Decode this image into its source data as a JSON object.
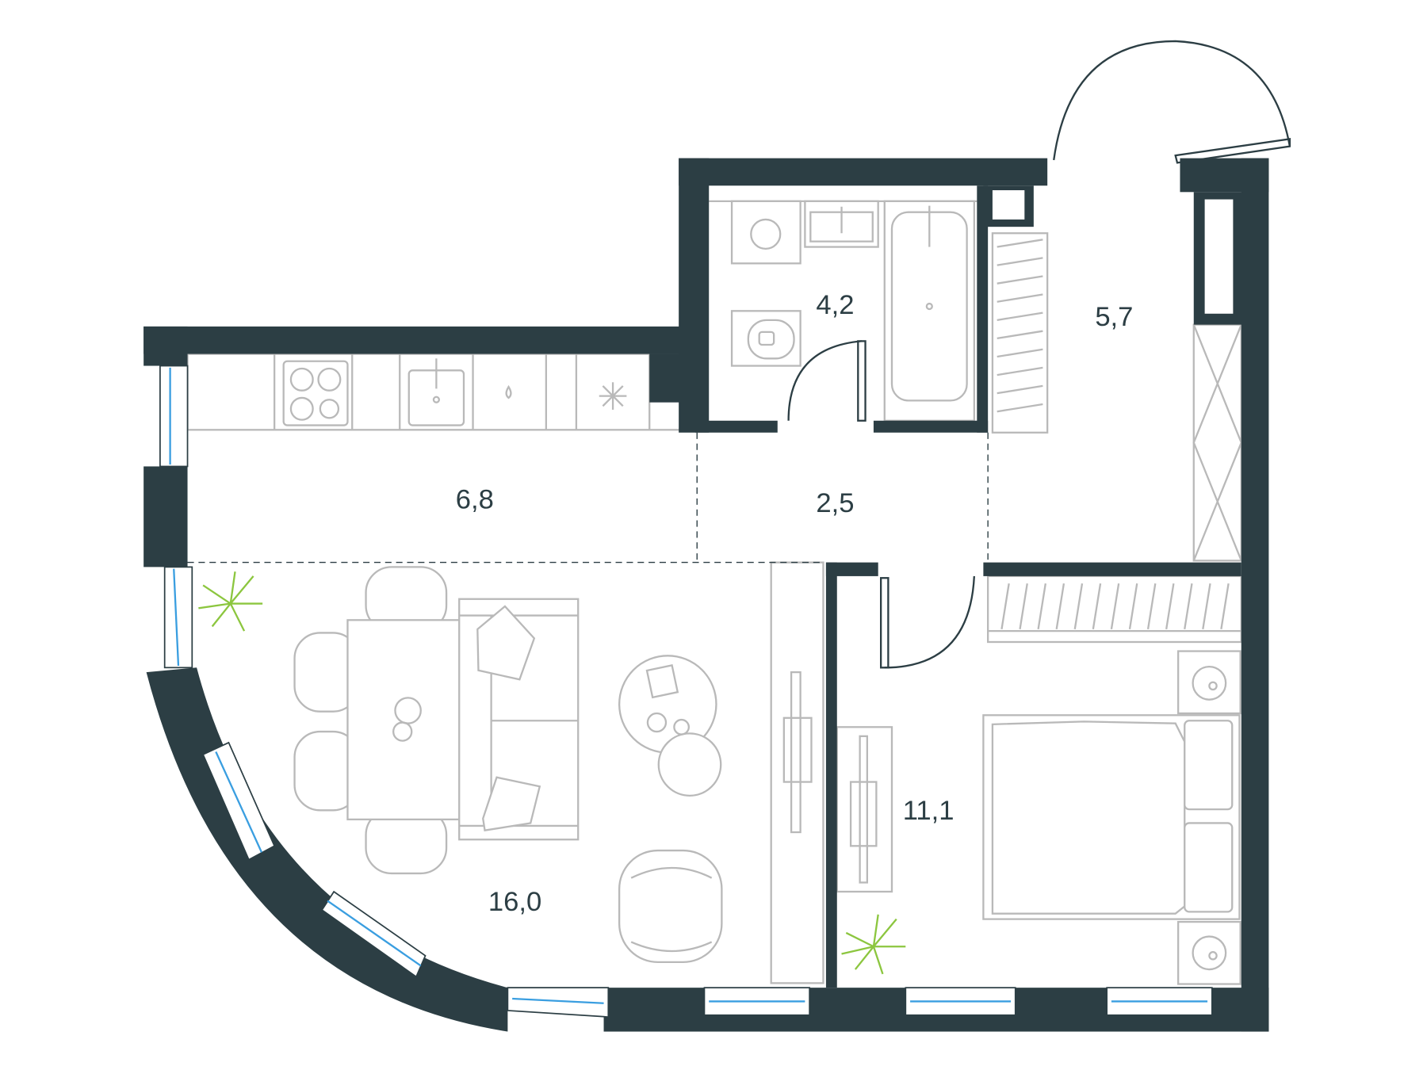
{
  "plan": {
    "rooms": [
      {
        "id": "bathroom",
        "area": "4,2"
      },
      {
        "id": "hall",
        "area": "5,7"
      },
      {
        "id": "kitchen",
        "area": "6,8"
      },
      {
        "id": "corridor",
        "area": "2,5"
      },
      {
        "id": "living-room",
        "area": "16,0"
      },
      {
        "id": "bedroom",
        "area": "11,1"
      }
    ]
  },
  "colors": {
    "wall": "#2c3e44",
    "window": "#3a9ee0",
    "furniture": "#b9b9b9",
    "plant": "#8cc63f"
  }
}
